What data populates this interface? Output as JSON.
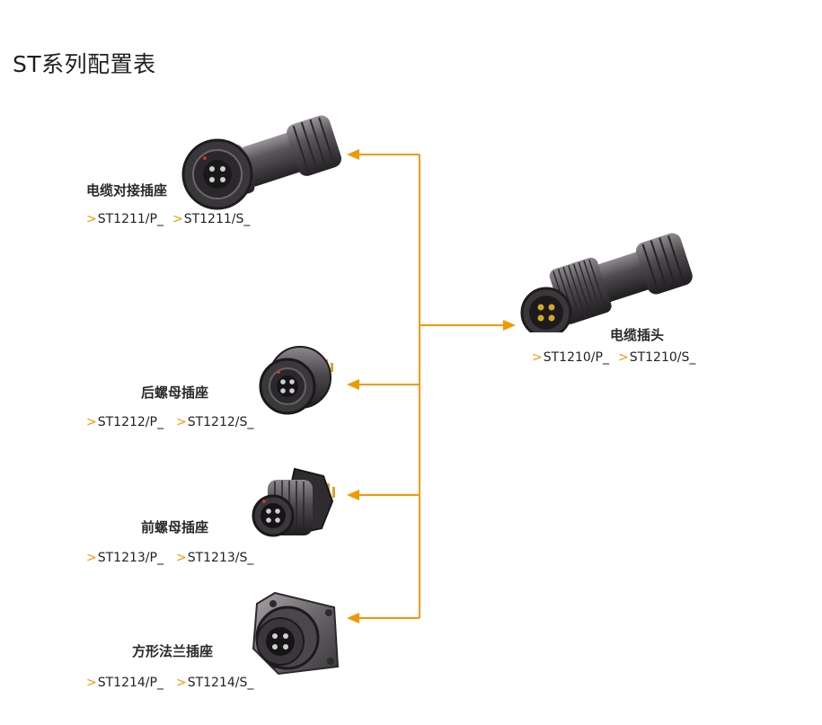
{
  "page": {
    "title": "ST系列配置表"
  },
  "colors": {
    "accent": "#f39800",
    "metal_dark": "#2b2a2c",
    "metal_mid": "#555055",
    "metal_light": "#8a858a"
  },
  "products": {
    "plug": {
      "name": "电缆插头",
      "codes": [
        ">ST1210/P_",
        ">ST1210/S_"
      ]
    },
    "cable_socket": {
      "name": "电缆对接插座",
      "codes": [
        ">ST1211/P_",
        ">ST1211/S_"
      ]
    },
    "rear_nut_socket": {
      "name": "后螺母插座",
      "codes": [
        ">ST1212/P_",
        ">ST1212/S_"
      ]
    },
    "front_nut_socket": {
      "name": "前螺母插座",
      "codes": [
        ">ST1213/P_",
        ">ST1213/S_"
      ]
    },
    "square_flange_socket": {
      "name": "方形法兰插座",
      "codes": [
        ">ST1214/P_",
        ">ST1214/S_"
      ]
    }
  }
}
